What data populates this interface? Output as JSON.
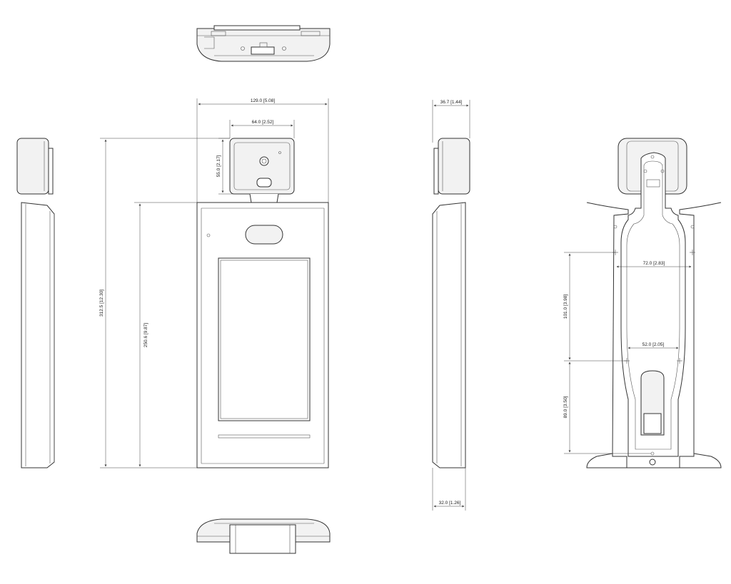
{
  "dimensions": {
    "total_width": "129.0 [5.08]",
    "camera_width": "64.0 [2.52]",
    "camera_height": "55.0 [2.17]",
    "total_height": "312.5 [12.30]",
    "body_height": "250.6 [9.87]",
    "top_depth": "36.7 [1.44]",
    "base_depth": "32.0 [1.26]",
    "upper_hole_spacing": "72.0 [2.83]",
    "lower_hole_spacing": "52.0 [2.05]",
    "upper_vertical": "101.0 [3.98]",
    "lower_vertical": "89.0 [3.50]"
  }
}
